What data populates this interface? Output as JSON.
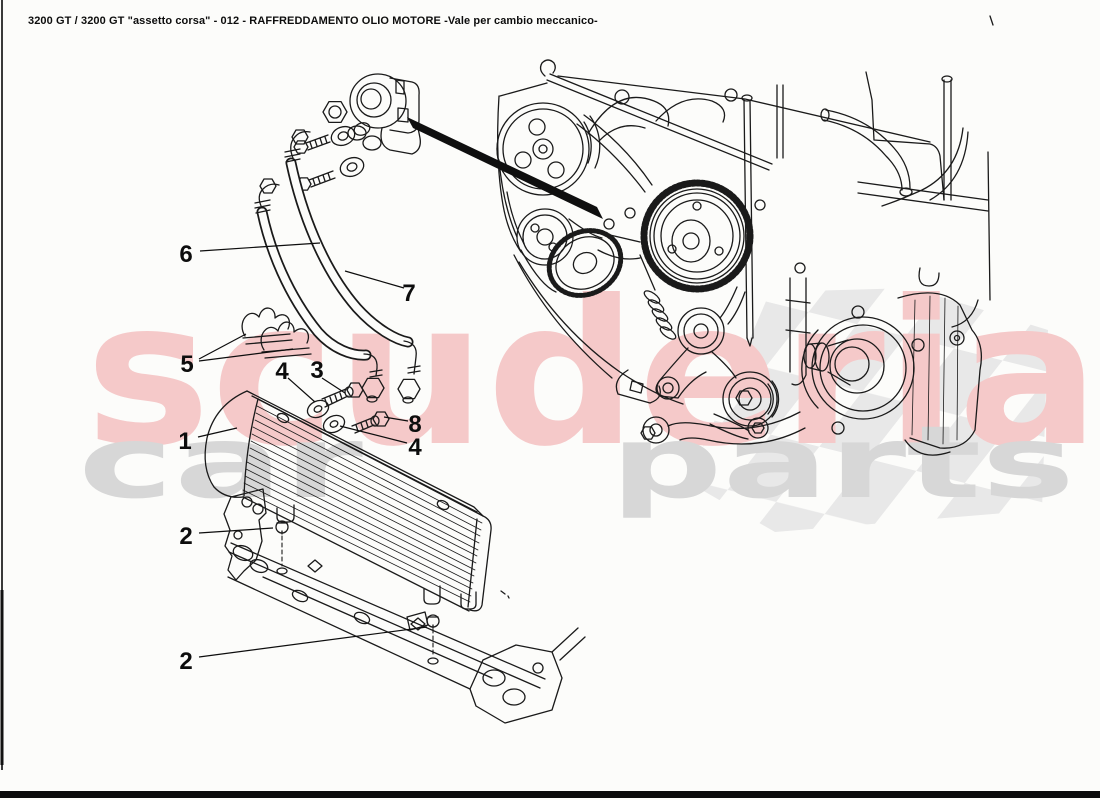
{
  "header": {
    "title": "3200 GT / 3200 GT \"assetto corsa\" - 012 - RAFFREDDAMENTO OLIO MOTORE -Vale per cambio meccanico-"
  },
  "watermark": {
    "primary": "scuderia",
    "secondary_left": "car",
    "secondary_right": "parts"
  },
  "callouts": [
    {
      "label": "1"
    },
    {
      "label": "2"
    },
    {
      "label": "2"
    },
    {
      "label": "3"
    },
    {
      "label": "4"
    },
    {
      "label": "4"
    },
    {
      "label": "5"
    },
    {
      "label": "6"
    },
    {
      "label": "7"
    },
    {
      "label": "8"
    }
  ],
  "colors": {
    "background": "#fcfcfa",
    "ink": "#1a1a1a",
    "label": "#0d0d0d",
    "wm-pink": "#f5c9c9",
    "wm-gray": "#d7d7d7",
    "checker": "#e8e8e8",
    "bar": "#0a0a0a"
  }
}
